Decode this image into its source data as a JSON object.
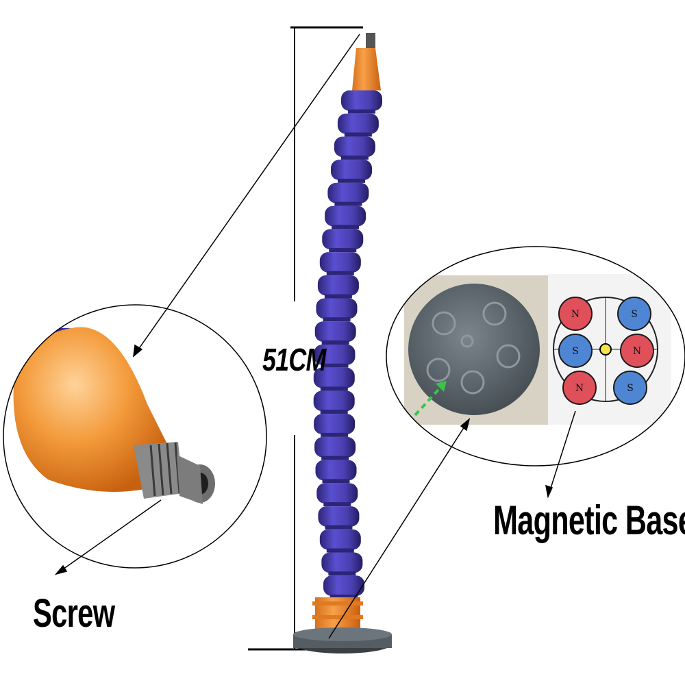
{
  "labels": {
    "length": "51CM",
    "screw": "Screw",
    "magnetic_base": "Magnetic Base"
  },
  "magnet_poles": [
    "N",
    "S",
    "S",
    "N",
    "N",
    "S"
  ],
  "colors": {
    "hose_segments": "#4a3fb0",
    "hose_shadow": "#2c2578",
    "fitting_orange": "#f08a24",
    "base_gray": "#5f6a72",
    "north_pole": "#e0505a",
    "south_pole": "#4f86d4"
  }
}
